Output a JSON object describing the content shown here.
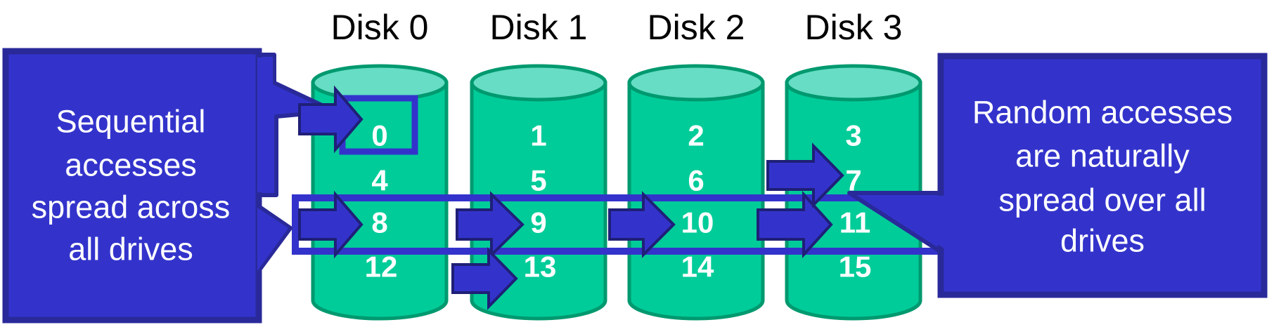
{
  "disks": [
    {
      "label": "Disk 0",
      "blocks": [
        "0",
        "4",
        "8",
        "12"
      ]
    },
    {
      "label": "Disk 1",
      "blocks": [
        "1",
        "5",
        "9",
        "13"
      ]
    },
    {
      "label": "Disk 2",
      "blocks": [
        "2",
        "6",
        "10",
        "14"
      ]
    },
    {
      "label": "Disk 3",
      "blocks": [
        "3",
        "7",
        "11",
        "15"
      ]
    }
  ],
  "left_callout": {
    "lines": [
      "Sequential",
      "accesses",
      "spread across",
      "all drives"
    ]
  },
  "right_callout": {
    "lines": [
      "Random accesses",
      "are naturally",
      "spread over all",
      "drives"
    ]
  },
  "colors": {
    "disk_body": "#00cc99",
    "disk_top": "#66ddc4",
    "disk_outline": "#00996f",
    "callout_fill": "#3333cc",
    "callout_border": "#29299a",
    "arrow_outline": "#1f1f77"
  }
}
